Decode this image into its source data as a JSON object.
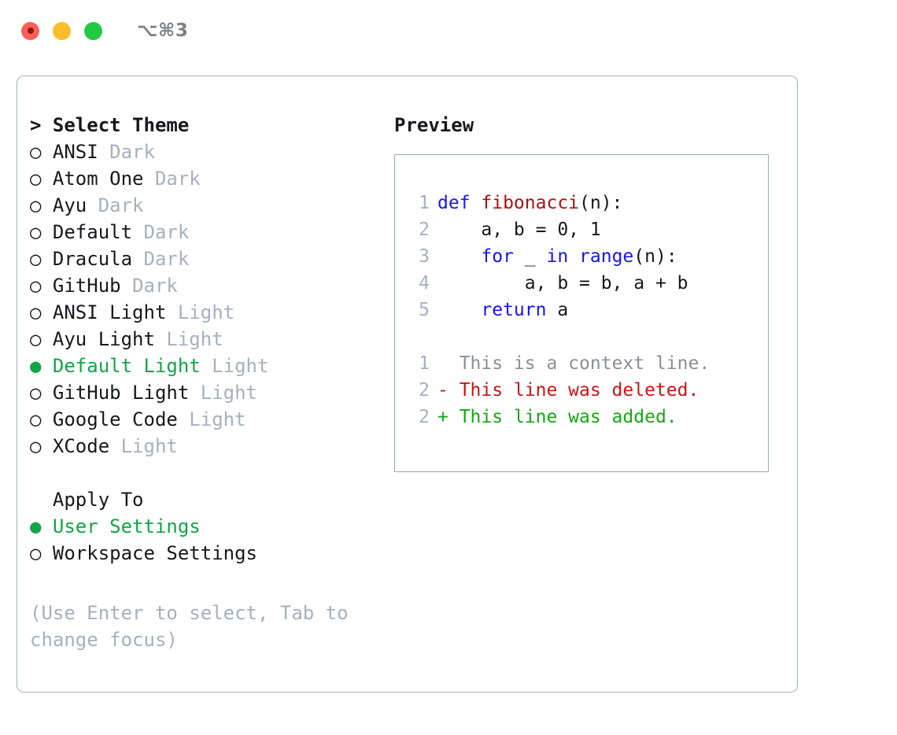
{
  "window": {
    "traffic_lights": [
      "close",
      "minimize",
      "zoom"
    ],
    "shortcut": "⌥⌘3",
    "accent_green": "#12a546",
    "muted_grey": "#a6b0c0",
    "border": "#a8b0be"
  },
  "theme_section": {
    "prompt": "> ",
    "title": "Select Theme",
    "focused": true,
    "items": [
      {
        "bullet": "○",
        "label": "ANSI",
        "tag": "Dark",
        "selected": false
      },
      {
        "bullet": "○",
        "label": "Atom One",
        "tag": "Dark",
        "selected": false
      },
      {
        "bullet": "○",
        "label": "Ayu",
        "tag": "Dark",
        "selected": false
      },
      {
        "bullet": "○",
        "label": "Default",
        "tag": "Dark",
        "selected": false
      },
      {
        "bullet": "○",
        "label": "Dracula",
        "tag": "Dark",
        "selected": false
      },
      {
        "bullet": "○",
        "label": "GitHub",
        "tag": "Dark",
        "selected": false
      },
      {
        "bullet": "○",
        "label": "ANSI Light",
        "tag": "Light",
        "selected": false
      },
      {
        "bullet": "○",
        "label": "Ayu Light",
        "tag": "Light",
        "selected": false
      },
      {
        "bullet": "●",
        "label": "Default Light",
        "tag": "Light",
        "selected": true
      },
      {
        "bullet": "○",
        "label": "GitHub Light",
        "tag": "Light",
        "selected": false
      },
      {
        "bullet": "○",
        "label": "Google Code",
        "tag": "Light",
        "selected": false
      },
      {
        "bullet": "○",
        "label": "XCode",
        "tag": "Light",
        "selected": false
      }
    ]
  },
  "apply_section": {
    "prompt": "  ",
    "title": "Apply To",
    "focused": false,
    "items": [
      {
        "bullet": "●",
        "label": "User Settings",
        "selected": true
      },
      {
        "bullet": "○",
        "label": "Workspace Settings",
        "selected": false
      }
    ]
  },
  "hint": {
    "line1": "(Use Enter to select, Tab to",
    "line2": "change focus)"
  },
  "preview": {
    "title": "Preview",
    "code_lines": [
      {
        "num": "1",
        "tokens": [
          {
            "t": "def ",
            "c": "kw"
          },
          {
            "t": "fibonacci",
            "c": "fn"
          },
          {
            "t": "(n):",
            "c": "pl"
          }
        ]
      },
      {
        "num": "2",
        "tokens": [
          {
            "t": "    a, b = 0, 1",
            "c": "pl"
          }
        ]
      },
      {
        "num": "3",
        "tokens": [
          {
            "t": "    ",
            "c": "pl"
          },
          {
            "t": "for",
            "c": "kw"
          },
          {
            "t": " _ ",
            "c": "pl"
          },
          {
            "t": "in",
            "c": "kw"
          },
          {
            "t": " ",
            "c": "pl"
          },
          {
            "t": "range",
            "c": "kw"
          },
          {
            "t": "(n):",
            "c": "pl"
          }
        ]
      },
      {
        "num": "4",
        "tokens": [
          {
            "t": "        a, b = b, a + b",
            "c": "pl"
          }
        ]
      },
      {
        "num": "5",
        "tokens": [
          {
            "t": "    ",
            "c": "pl"
          },
          {
            "t": "return",
            "c": "kw"
          },
          {
            "t": " a",
            "c": "pl"
          }
        ]
      }
    ],
    "diff_lines": [
      {
        "num": "1",
        "marker": "  ",
        "text": "This is a context line.",
        "kind": "ctx"
      },
      {
        "num": "2",
        "marker": "- ",
        "text": "This line was deleted.",
        "kind": "del"
      },
      {
        "num": "2",
        "marker": "+ ",
        "text": "This line was added.",
        "kind": "add"
      }
    ]
  }
}
